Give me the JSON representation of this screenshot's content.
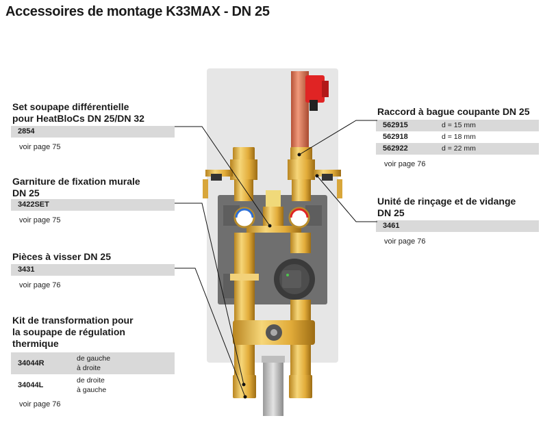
{
  "title": "Accessoires de montage K33MAX - DN 25",
  "left": [
    {
      "title": [
        "Set soupape différentielle",
        "pour HeatBloCs DN 25/DN 32"
      ],
      "code": "2854",
      "ref": "voir page 75"
    },
    {
      "title": [
        "Garniture de fixation murale",
        "DN 25"
      ],
      "code": "3422SET",
      "ref": "voir page 75"
    },
    {
      "title": [
        "Pièces à visser DN 25"
      ],
      "code": "3431",
      "ref": "voir page 76"
    }
  ],
  "kit": {
    "title": [
      "Kit de transformation pour",
      "la soupape de régulation",
      "thermique"
    ],
    "rows": [
      {
        "code": "34044R",
        "desc": [
          "de gauche",
          "à droite"
        ]
      },
      {
        "code": "34044L",
        "desc": [
          "de droite",
          "à gauche"
        ]
      }
    ],
    "ref": "voir page 76"
  },
  "raccord": {
    "title": [
      "Raccord à bague coupante DN 25"
    ],
    "rows": [
      {
        "code": "562915",
        "desc": "d = 15 mm"
      },
      {
        "code": "562918",
        "desc": "d = 18 mm"
      },
      {
        "code": "562922",
        "desc": "d = 22 mm"
      }
    ],
    "ref": "voir page 76"
  },
  "rincage": {
    "title": [
      "Unité de rinçage et de vidange",
      "DN 25"
    ],
    "code": "3461",
    "ref": "voir page 76"
  },
  "colors": {
    "brass": "#e8b84a",
    "copper": "#d9785a",
    "red": "#e02424",
    "plate": "#c9c9c9",
    "bar": "#d9d9d9"
  }
}
